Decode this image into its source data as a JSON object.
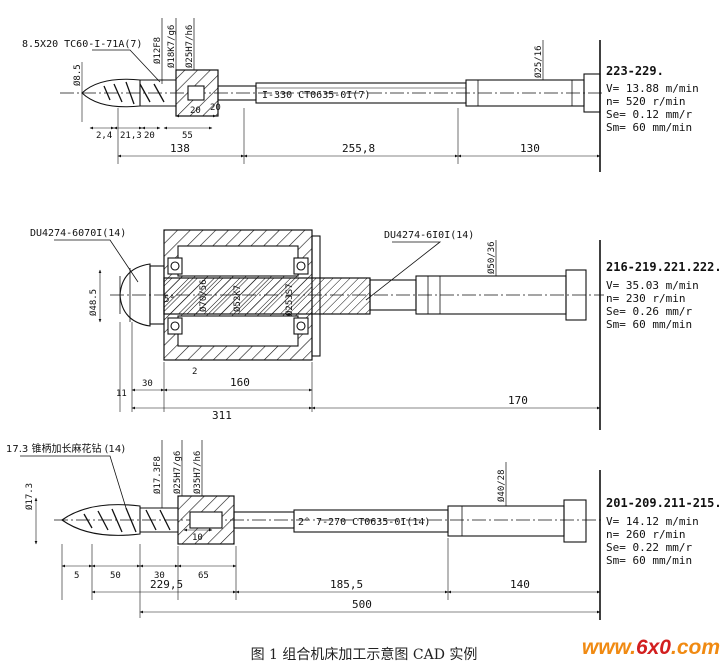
{
  "diagram": {
    "line_color": "#111111",
    "hatch_color": "#111111",
    "tool1": {
      "callout": "8.5X20 TC60-I-71A(7)",
      "dia_tip": "Ø8.5",
      "dia_a": "Ø12F8",
      "dia_b": "Ø18K7/g6",
      "dia_c": "Ø25H7/h6",
      "dia_shank": "Ø25/16",
      "part_label": "I-330 CT0635-0I(7)",
      "dim_20a": "20",
      "dim_24": "2,4",
      "dim_213": "21,3",
      "dim_20b": "20",
      "dim_55": "55",
      "dim_138": "138",
      "dim_2558": "255,8",
      "dim_130": "130",
      "dim_20c": "20",
      "params": {
        "title": "223-229.",
        "v": "V= 13.88 m/min",
        "n": "n= 520 r/min",
        "se": "Se= 0.12 mm/r",
        "sm": "Sm= 60 mm/min"
      }
    },
    "tool2": {
      "callout_left": "DU4274-6070I(14)",
      "callout_right": "DU4274-6I0I(14)",
      "dia_tip": "Ø48.5",
      "dia_a": "Ø70/56",
      "dia_b": "Ø52K7",
      "dia_c": "Ø25JS7",
      "dia_shank": "Ø50/36",
      "mark_5": "5°",
      "mark_2": "2",
      "dim_11": "11",
      "dim_30": "30",
      "dim_160": "160",
      "dim_311": "311",
      "dim_170": "170",
      "params": {
        "title": "216-219.221.222.",
        "v": "V= 35.03 m/min",
        "n": "n= 230 r/min",
        "se": "Se= 0.26 mm/r",
        "sm": "Sm= 60 mm/min"
      }
    },
    "tool3": {
      "callout": "17.3 锥柄加长麻花钻 (14)",
      "dia_tip": "Ø17.3",
      "dia_a": "Ø17.3F8",
      "dia_b": "Ø25H7/g6",
      "dia_c": "Ø35H7/h6",
      "dia_shank": "Ø40/28",
      "part_label": "2° 7-270 CT0635-0I(14)",
      "dim_5": "5",
      "dim_50": "50",
      "dim_30": "30",
      "dim_10": "10",
      "dim_65": "65",
      "dim_2295": "229,5",
      "dim_1855": "185,5",
      "dim_140": "140",
      "dim_500": "500",
      "params": {
        "title": "201-209.211-215.",
        "v": "V= 14.12 m/min",
        "n": "n= 260 r/min",
        "se": "Se= 0.22 mm/r",
        "sm": "Sm= 60 mm/min"
      }
    }
  },
  "caption": "图 1  组合机床加工示意图  CAD 实例",
  "watermark": {
    "part1": "www.",
    "part2": "6x0",
    "part3": ".com"
  }
}
